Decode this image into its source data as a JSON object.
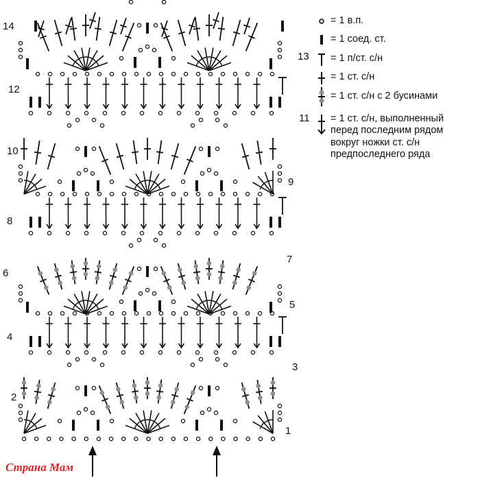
{
  "row_numbers": [
    "1",
    "2",
    "3",
    "4",
    "5",
    "6",
    "7",
    "8",
    "9",
    "10",
    "11",
    "12",
    "13",
    "14"
  ],
  "legend": [
    {
      "symbol": "chain-icon",
      "text": "= 1 в.п."
    },
    {
      "symbol": "slip-stitch-icon",
      "text": "= 1 соед. ст."
    },
    {
      "symbol": "half-double-crochet-icon",
      "text": "= 1 п/ст. с/н"
    },
    {
      "symbol": "double-crochet-icon",
      "text": "= 1 ст. с/н"
    },
    {
      "symbol": "beaded-double-crochet-icon",
      "text": "= 1 ст. с/н с 2 бусинами"
    },
    {
      "symbol": "post-stitch-arrow-icon",
      "text": "= 1 ст. с/н, выполненный",
      "lines": [
        "перед последним рядом",
        "вокруг ножки ст. с/н",
        "предпоследнего ряда"
      ]
    }
  ],
  "watermark": "Страна Мам",
  "colors": {
    "ink": "#111111",
    "bead": "#8f8f8f",
    "watermark": "#e3232b"
  }
}
